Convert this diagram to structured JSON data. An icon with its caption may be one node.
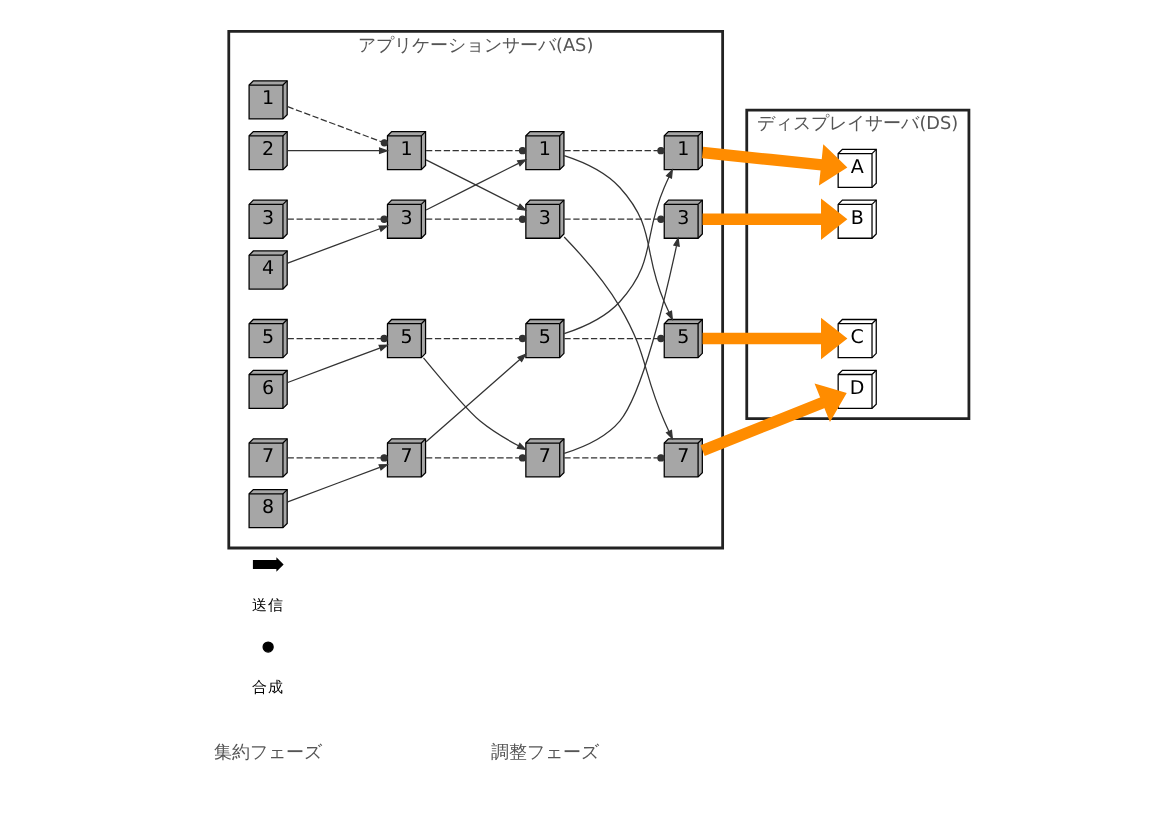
{
  "diagram": {
    "nodes": [
      {
        "text": [
          "アプリケーションサーバ(AS)"
        ]
      },
      {
        "text": [
          "1"
        ],
        "in": 0
      },
      {
        "text": [
          "2"
        ],
        "in": 0
      },
      {
        "text": [
          "3"
        ],
        "in": 0
      },
      {
        "text": [
          "4"
        ],
        "in": 0
      },
      {
        "text": [
          "5"
        ],
        "in": 0
      },
      {
        "text": [
          "6"
        ],
        "in": 0
      },
      {
        "text": [
          "7"
        ],
        "in": 0
      },
      {
        "text": [
          "8"
        ],
        "in": 0
      },
      {
        "text": [
          "1"
        ],
        "in": 0
      },
      {
        "text": [
          "3"
        ],
        "in": 0
      },
      {
        "text": [
          "5"
        ],
        "in": 0
      },
      {
        "text": [
          "7"
        ],
        "in": 0
      },
      {
        "text": [
          "1"
        ],
        "in": 0
      },
      {
        "text": [
          "3"
        ],
        "in": 0
      },
      {
        "text": [
          "5"
        ],
        "in": 0
      },
      {
        "text": [
          "7"
        ],
        "in": 0
      },
      {
        "text": [
          "1"
        ],
        "in": 0
      },
      {
        "text": [
          "3"
        ],
        "in": 0
      },
      {
        "text": [
          "5"
        ],
        "in": 0
      },
      {
        "text": [
          "7"
        ],
        "in": 0
      },
      {
        "text": [
          "ディスプレイサーバ(DS)"
        ]
      },
      {
        "text": [
          "A"
        ],
        "in": 21
      },
      {
        "text": [
          "B"
        ],
        "in": 21
      },
      {
        "text": [
          "C"
        ],
        "in": 21
      },
      {
        "text": [
          "D"
        ],
        "in": 21
      }
    ],
    "edges": [
      {
        "from": 2,
        "to": 9,
        "arrow": "to"
      },
      {
        "from": 1,
        "to": 9,
        "arrow": "other",
        "style": "dashed"
      },
      {
        "from": 4,
        "to": 10,
        "arrow": "to"
      },
      {
        "from": 3,
        "to": 10,
        "arrow": "other",
        "style": "dashed"
      },
      {
        "from": 6,
        "to": 11,
        "arrow": "to"
      },
      {
        "from": 5,
        "to": 11,
        "arrow": "other",
        "style": "dashed"
      },
      {
        "from": 8,
        "to": 12,
        "arrow": "to"
      },
      {
        "from": 7,
        "to": 12,
        "arrow": "other",
        "style": "dashed"
      },
      {
        "from": 9,
        "to": 13,
        "arrow": "other",
        "style": "dashed"
      },
      {
        "from": 9,
        "to": 14,
        "arrow": "to"
      },
      {
        "from": 10,
        "to": 13,
        "arrow": "to"
      },
      {
        "from": 10,
        "to": 14,
        "arrow": "other",
        "style": "dashed"
      },
      {
        "from": 11,
        "to": 15,
        "arrow": "other",
        "style": "dashed"
      },
      {
        "from": 11,
        "to": 16,
        "arrow": "to"
      },
      {
        "from": 12,
        "to": 15,
        "arrow": "to"
      },
      {
        "from": 12,
        "to": 16,
        "arrow": "other",
        "style": "dashed"
      },
      {
        "from": 13,
        "to": 17,
        "arrow": "other",
        "style": "dashed"
      },
      {
        "from": 13,
        "to": 19,
        "arrow": "to"
      },
      {
        "from": 14,
        "to": 18,
        "arrow": "other",
        "style": "dashed"
      },
      {
        "from": 14,
        "to": 20,
        "arrow": "to"
      },
      {
        "from": 15,
        "to": 17,
        "arrow": "to"
      },
      {
        "from": 15,
        "to": 19,
        "arrow": "other",
        "style": "dashed"
      },
      {
        "from": 16,
        "to": 18,
        "arrow": "to"
      },
      {
        "from": 16,
        "to": 20,
        "arrow": "other",
        "style": "dashed"
      },
      {
        "from": 17,
        "to": 22,
        "arrow": "to",
        "style": "thick",
        "color": "#ff8c00"
      },
      {
        "from": 18,
        "to": 23,
        "arrow": "to",
        "style": "thick",
        "color": "#ff8c00"
      },
      {
        "from": 19,
        "to": 24,
        "arrow": "to",
        "style": "thick",
        "color": "#ff8c00"
      },
      {
        "from": 20,
        "to": 25,
        "arrow": "to",
        "style": "thick",
        "color": "#ff8c00"
      }
    ],
    "labels": [
      "集約フェーズ",
      "調整フェーズ"
    ],
    "legend": [
      {
        "text": "送信"
      },
      {
        "text": "合成"
      }
    ]
  }
}
